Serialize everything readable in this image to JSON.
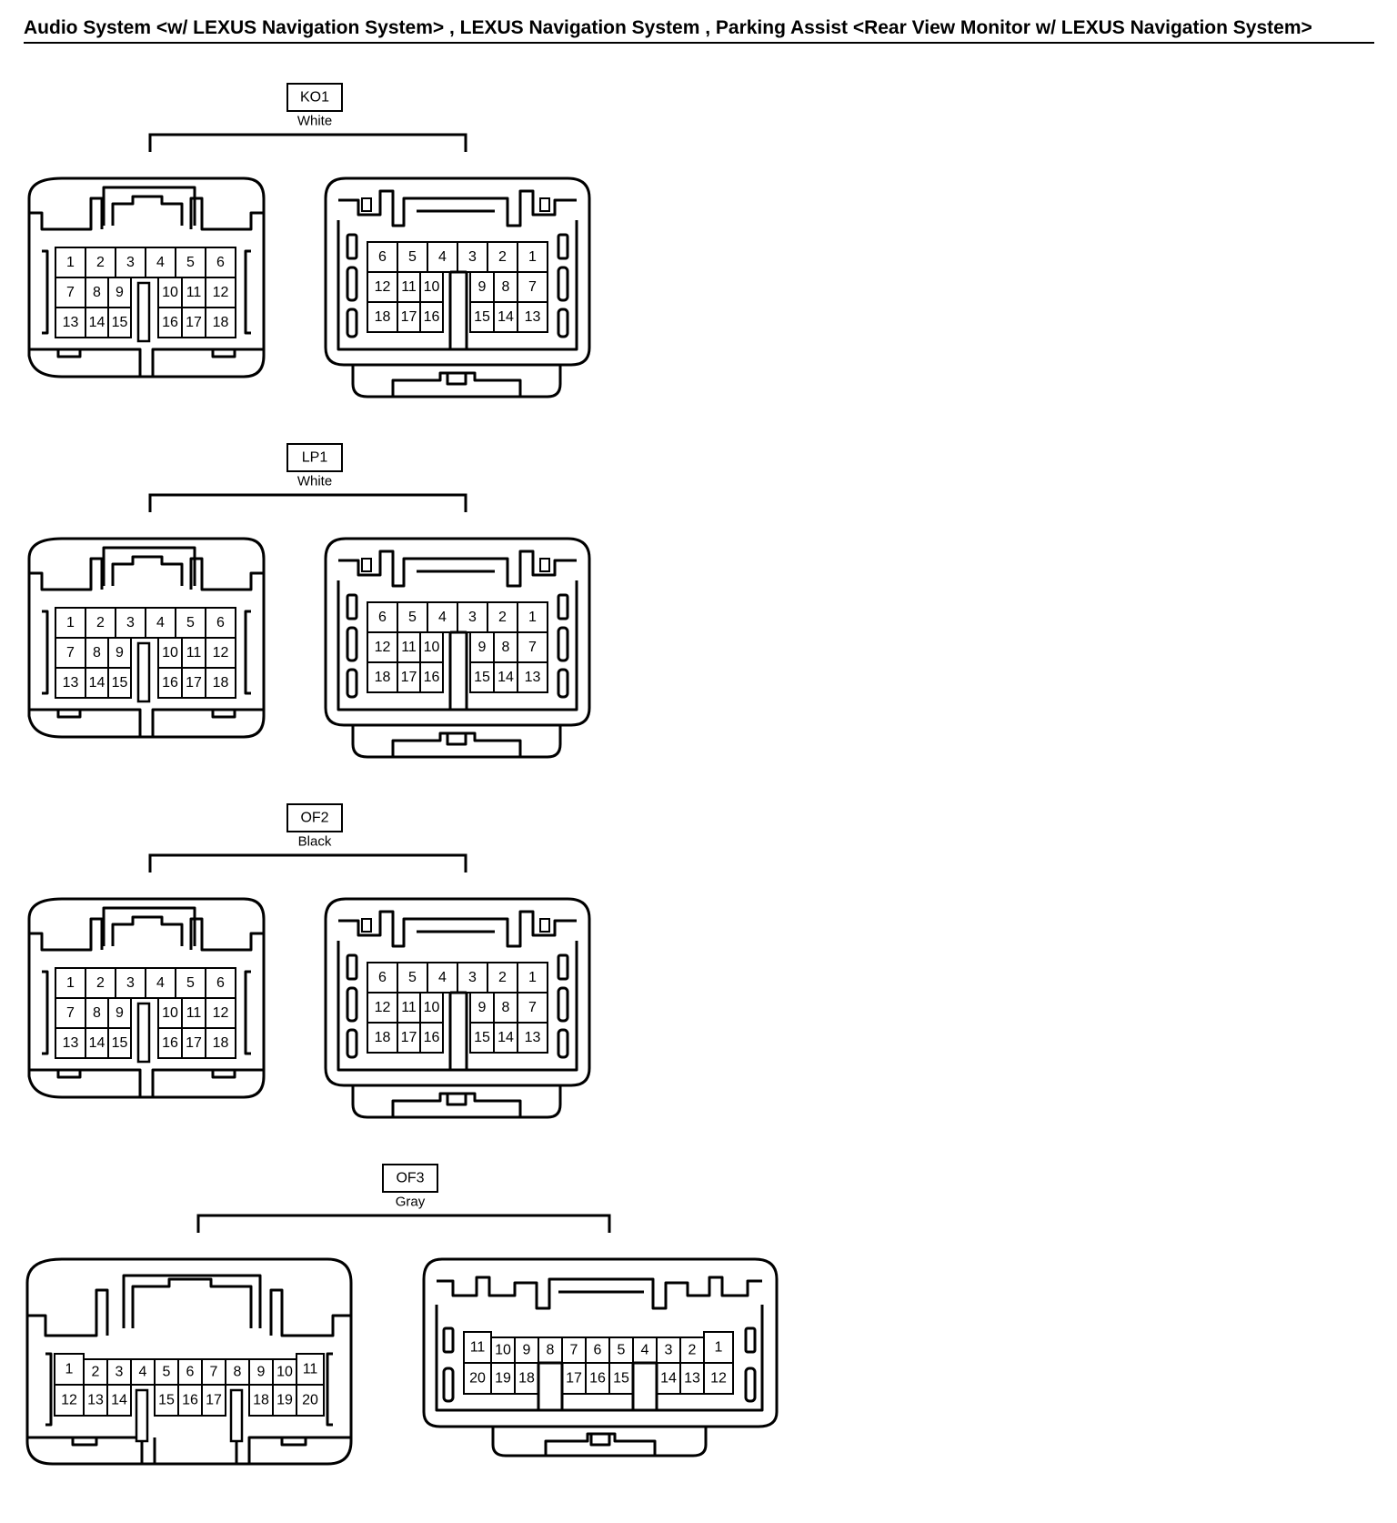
{
  "page": {
    "title": "Audio System <w/ LEXUS Navigation System> , LEXUS Navigation System , Parking Assist <Rear View Monitor w/ LEXUS Navigation System>"
  },
  "connectors": [
    {
      "code": "KO1",
      "color": "White",
      "type": "18",
      "male_rows": [
        [
          "1",
          "2",
          "3",
          "4",
          "5",
          "6"
        ],
        [
          "7",
          "8",
          "9",
          "10",
          "11",
          "12"
        ],
        [
          "13",
          "14",
          "15",
          "16",
          "17",
          "18"
        ]
      ],
      "female_rows": [
        [
          "6",
          "5",
          "4",
          "3",
          "2",
          "1"
        ],
        [
          "12",
          "11",
          "10",
          "9",
          "8",
          "7"
        ],
        [
          "18",
          "17",
          "16",
          "15",
          "14",
          "13"
        ]
      ]
    },
    {
      "code": "LP1",
      "color": "White",
      "type": "18",
      "male_rows": [
        [
          "1",
          "2",
          "3",
          "4",
          "5",
          "6"
        ],
        [
          "7",
          "8",
          "9",
          "10",
          "11",
          "12"
        ],
        [
          "13",
          "14",
          "15",
          "16",
          "17",
          "18"
        ]
      ],
      "female_rows": [
        [
          "6",
          "5",
          "4",
          "3",
          "2",
          "1"
        ],
        [
          "12",
          "11",
          "10",
          "9",
          "8",
          "7"
        ],
        [
          "18",
          "17",
          "16",
          "15",
          "14",
          "13"
        ]
      ]
    },
    {
      "code": "OF2",
      "color": "Black",
      "type": "18",
      "male_rows": [
        [
          "1",
          "2",
          "3",
          "4",
          "5",
          "6"
        ],
        [
          "7",
          "8",
          "9",
          "10",
          "11",
          "12"
        ],
        [
          "13",
          "14",
          "15",
          "16",
          "17",
          "18"
        ]
      ],
      "female_rows": [
        [
          "6",
          "5",
          "4",
          "3",
          "2",
          "1"
        ],
        [
          "12",
          "11",
          "10",
          "9",
          "8",
          "7"
        ],
        [
          "18",
          "17",
          "16",
          "15",
          "14",
          "13"
        ]
      ]
    },
    {
      "code": "OF3",
      "color": "Gray",
      "type": "20",
      "male_top": [
        "1",
        "2",
        "3",
        "4",
        "5",
        "6",
        "7",
        "8",
        "9",
        "10",
        "11"
      ],
      "male_bottom": [
        "12",
        "13",
        "14",
        "15",
        "16",
        "17",
        "18",
        "19",
        "20"
      ],
      "female_top": [
        "11",
        "10",
        "9",
        "8",
        "7",
        "6",
        "5",
        "4",
        "3",
        "2",
        "1"
      ],
      "female_bottom": [
        "20",
        "19",
        "18",
        "17",
        "16",
        "15",
        "14",
        "13",
        "12"
      ]
    }
  ]
}
